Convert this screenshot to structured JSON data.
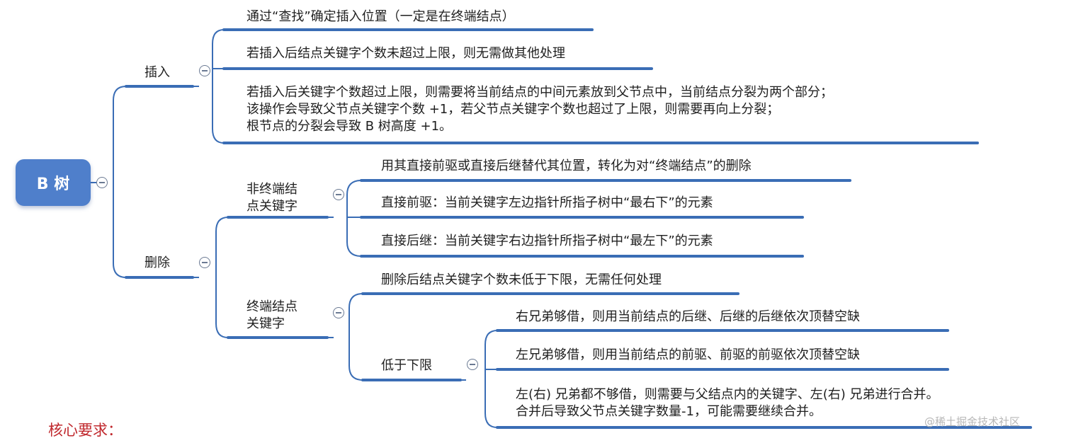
{
  "root": {
    "label": "B 树"
  },
  "insert": {
    "label": "插入",
    "items": [
      "通过“查找”确定插入位置（一定是在终端结点）",
      "若插入后结点关键字个数未超过上限，则无需做其他处理",
      "若插入后关键字个数超过上限，则需要将当前结点的中间元素放到父节点中，当前结点分裂为两个部分；",
      "该操作会导致父节点关键字个数 +1，若父节点关键字个数也超过了上限，则需要再向上分裂；",
      "根节点的分裂会导致 B 树高度 +1。"
    ]
  },
  "delete": {
    "label": "删除",
    "non_terminal": {
      "label_line1": "非终端结",
      "label_line2": "点关键字",
      "items": [
        "用其直接前驱或直接后继替代其位置，转化为对“终端结点”的删除",
        "直接前驱：当前关键字左边指针所指子树中“最右下”的元素",
        "直接后继：当前关键字右边指针所指子树中“最左下”的元素"
      ]
    },
    "terminal": {
      "label_line1": "终端结点",
      "label_line2": "关键字",
      "item_no_action": "删除后结点关键字个数未低于下限，无需任何处理",
      "below_limit": {
        "label": "低于下限",
        "items": [
          "右兄弟够借，则用当前结点的后继、后继的后继依次顶替空缺",
          "左兄弟够借，则用当前结点的前驱、前驱的前驱依次顶替空缺",
          "左(右) 兄弟都不够借，则需要与父结点内的关键字、左(右) 兄弟进行合并。",
          "合并后导致父节点关键字数量-1，可能需要继续合并。"
        ]
      }
    }
  },
  "footer": {
    "core_label": "核心要求：",
    "watermark": "@稀土掘金技术社区"
  },
  "colors": {
    "accent": "#3a6db5",
    "root_fill": "#4f7fcb",
    "core_text": "#c0282d"
  }
}
